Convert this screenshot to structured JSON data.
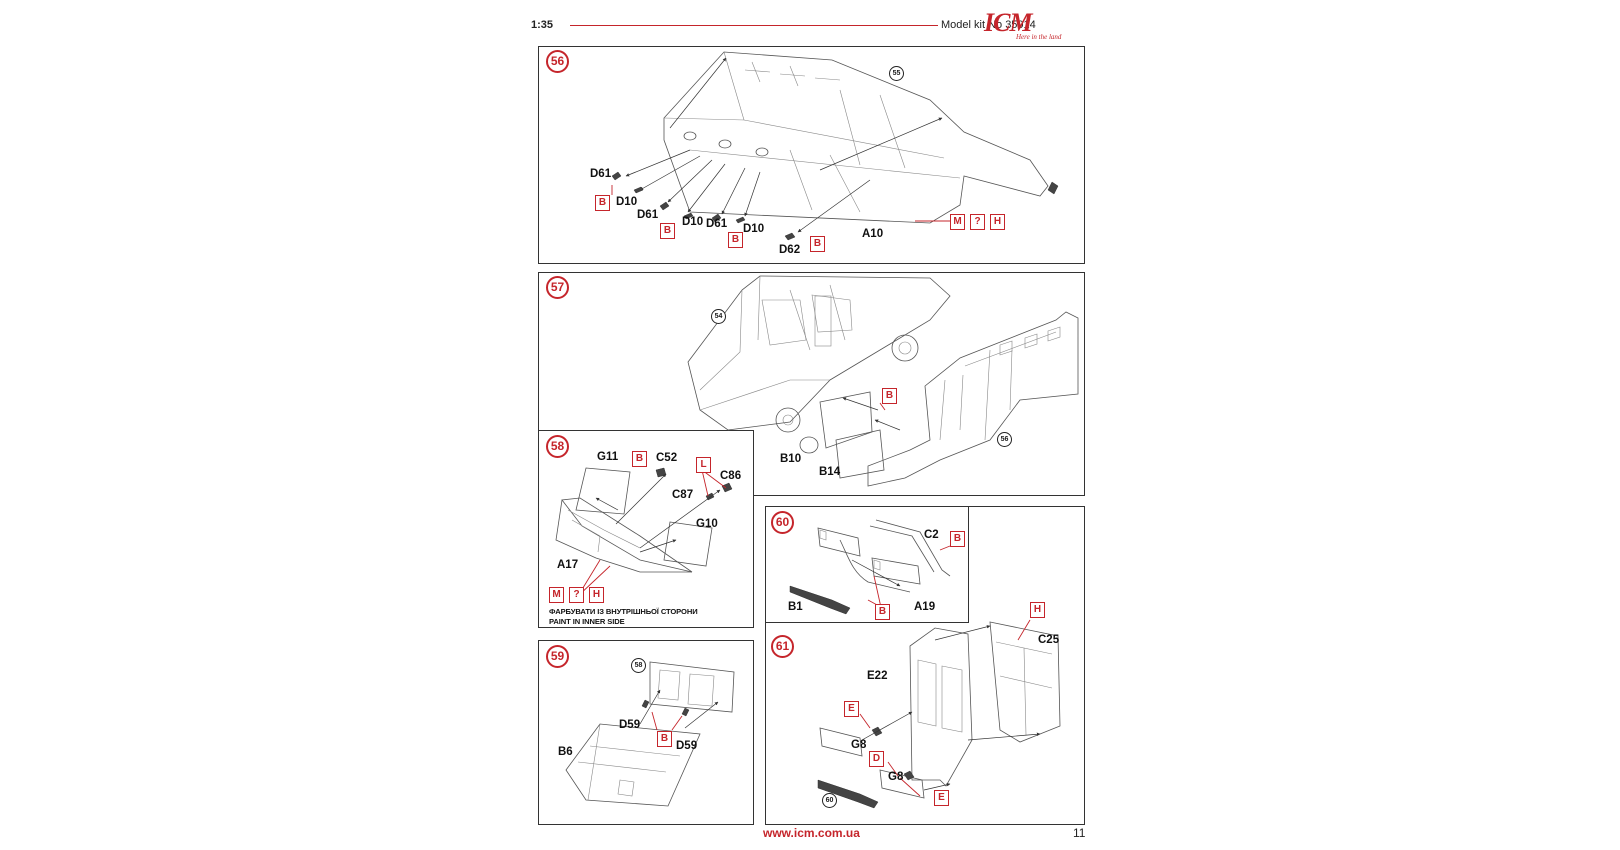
{
  "header": {
    "scale": "1:35",
    "model_kit": "Model kit No 35014"
  },
  "brand": {
    "logo": "ICM",
    "tagline": "Here in the land"
  },
  "footer": {
    "url": "www.icm.com.ua",
    "page": "11"
  },
  "colors": {
    "accent": "#c5252b",
    "line": "#333333"
  },
  "steps": {
    "s56": {
      "number": "56",
      "ref": "55",
      "labels": {
        "d61a": "D61",
        "d10a": "D10",
        "d61b": "D61",
        "d10b": "D10",
        "d61c": "D61",
        "d10c": "D10",
        "d62": "D62",
        "a10": "A10"
      },
      "codes": {
        "b1": "B",
        "b2": "B",
        "b3": "B",
        "b4": "B",
        "m": "M",
        "q": "?",
        "h": "H"
      }
    },
    "s57": {
      "number": "57",
      "ref_a": "54",
      "ref_b": "56",
      "labels": {
        "b10": "B10",
        "b14": "B14"
      },
      "codes": {
        "b": "B"
      }
    },
    "s58": {
      "number": "58",
      "labels": {
        "g11": "G11",
        "c52": "C52",
        "c86": "C86",
        "c87": "C87",
        "g10": "G10",
        "a17": "A17"
      },
      "codes": {
        "b": "B",
        "l": "L",
        "m": "M",
        "q": "?",
        "h": "H"
      },
      "note_uk": "ФАРБУВАТИ ІЗ ВНУТРІШНЬОЇ СТОРОНИ",
      "note_en": "PAINT IN INNER SIDE"
    },
    "s59": {
      "number": "59",
      "ref": "58",
      "labels": {
        "d59a": "D59",
        "d59b": "D59",
        "b6": "B6"
      },
      "codes": {
        "b": "B"
      }
    },
    "s60": {
      "number": "60",
      "labels": {
        "c2": "C2",
        "b1": "B1",
        "a19": "A19"
      },
      "codes": {
        "b1": "B",
        "b2": "B"
      }
    },
    "s61": {
      "number": "61",
      "ref": "60",
      "labels": {
        "c25": "C25",
        "e22": "E22",
        "g8a": "G8",
        "g8b": "G8"
      },
      "codes": {
        "h": "H",
        "e1": "E",
        "d": "D",
        "e2": "E"
      }
    }
  }
}
